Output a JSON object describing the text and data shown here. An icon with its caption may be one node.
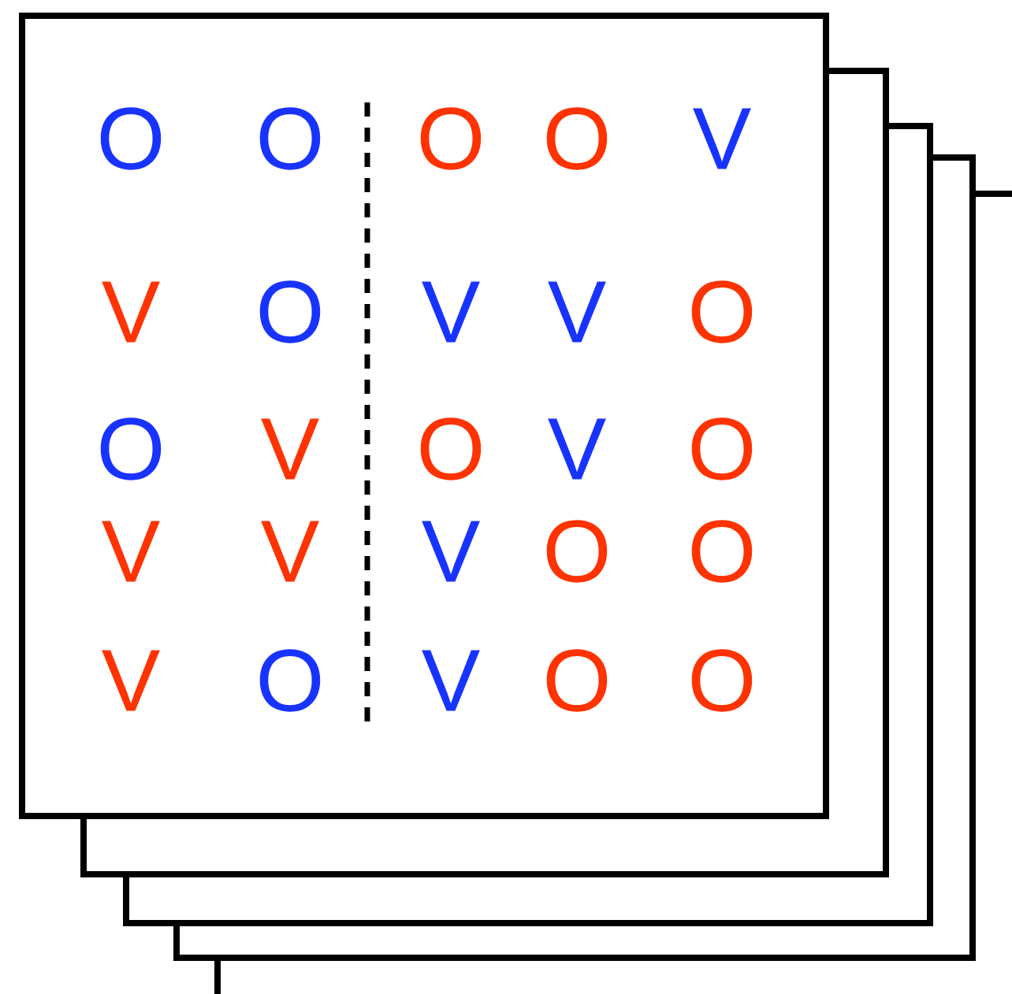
{
  "diagram": {
    "labels": [
      "O",
      "O",
      "O",
      "O",
      "V",
      "V",
      "O",
      "V",
      "V",
      "O",
      "O",
      "V",
      "O",
      "V",
      "O",
      "V",
      "V",
      "V",
      "O",
      "O",
      "V",
      "O",
      "V",
      "O",
      "O"
    ]
  }
}
